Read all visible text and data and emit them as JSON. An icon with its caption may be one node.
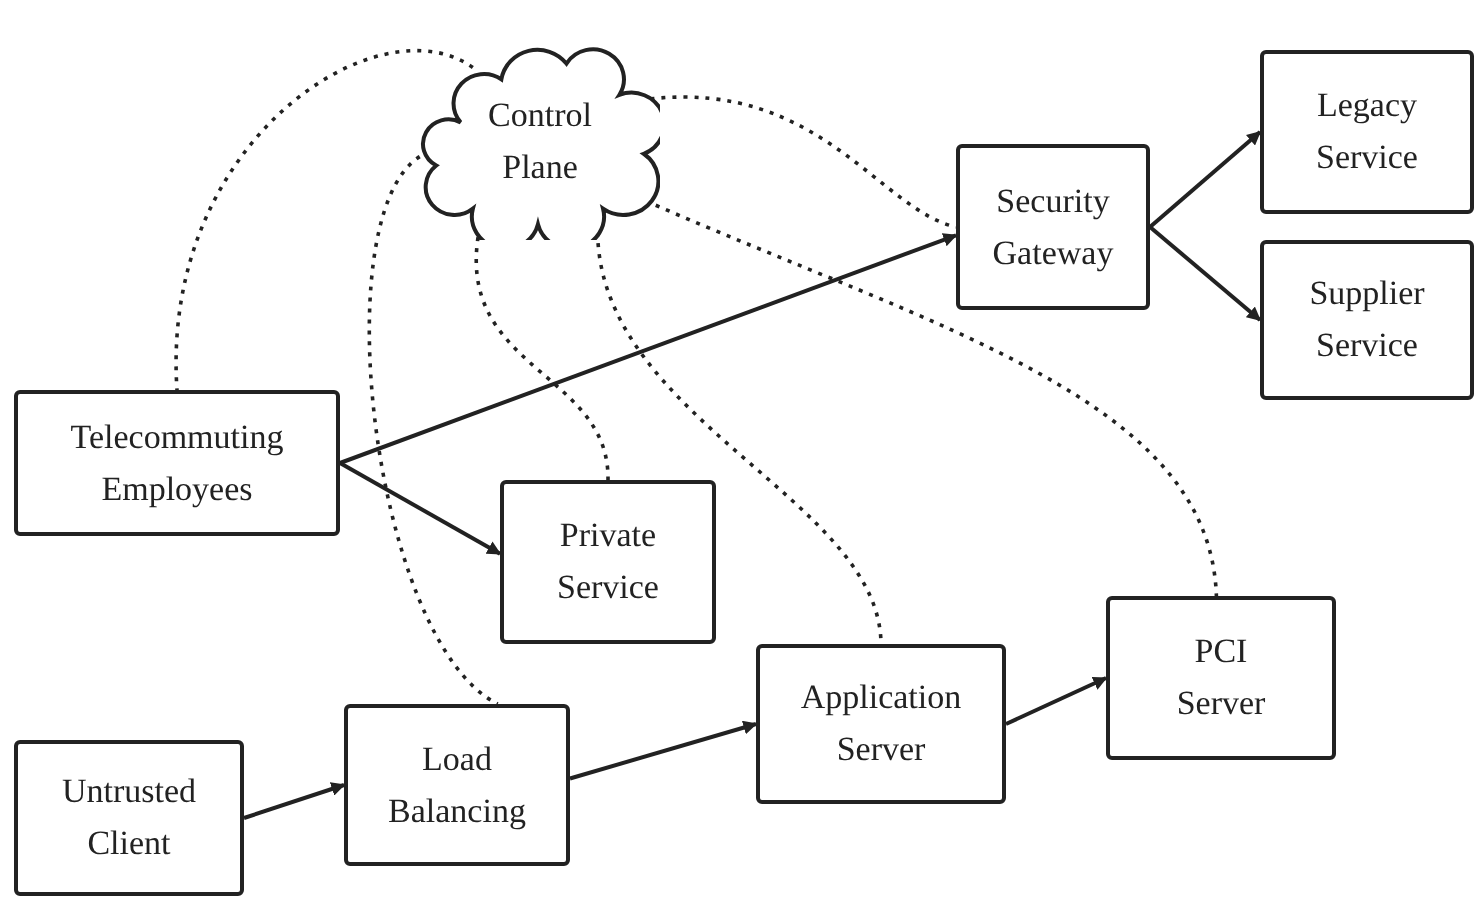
{
  "diagram": {
    "nodes": [
      {
        "text": [
          "Control Plane"
        ]
      },
      {
        "text": [
          "Security Gateway"
        ]
      },
      {
        "text": [
          "Legacy Service"
        ]
      },
      {
        "text": [
          "Supplier Service"
        ]
      },
      {
        "text": [
          "Telecommuting Employees"
        ]
      },
      {
        "text": [
          "Private Service"
        ]
      },
      {
        "text": [
          "Untrusted Client"
        ]
      },
      {
        "text": [
          "Load Balancing"
        ]
      },
      {
        "text": [
          "Application Server"
        ]
      },
      {
        "text": [
          "PCI Server"
        ]
      }
    ],
    "edges": [
      {
        "from": 4,
        "to": 1,
        "arrow": "to"
      },
      {
        "from": 4,
        "to": 5,
        "arrow": "to"
      },
      {
        "from": 1,
        "to": 2,
        "arrow": "to"
      },
      {
        "from": 1,
        "to": 3,
        "arrow": "to"
      },
      {
        "from": 6,
        "to": 7,
        "arrow": "to"
      },
      {
        "from": 7,
        "to": 8,
        "arrow": "to"
      },
      {
        "from": 8,
        "to": 9,
        "arrow": "to"
      },
      {
        "from": 0,
        "to": 4,
        "arrow": "none",
        "style": "dashed"
      },
      {
        "from": 0,
        "to": 1,
        "arrow": "none",
        "style": "dashed"
      },
      {
        "from": 0,
        "to": 7,
        "arrow": "none",
        "style": "dashed"
      },
      {
        "from": 0,
        "to": 5,
        "arrow": "none",
        "style": "dashed"
      },
      {
        "from": 0,
        "to": 8,
        "arrow": "none",
        "style": "dashed"
      },
      {
        "from": 0,
        "to": 9,
        "arrow": "none",
        "style": "dashed"
      }
    ]
  }
}
